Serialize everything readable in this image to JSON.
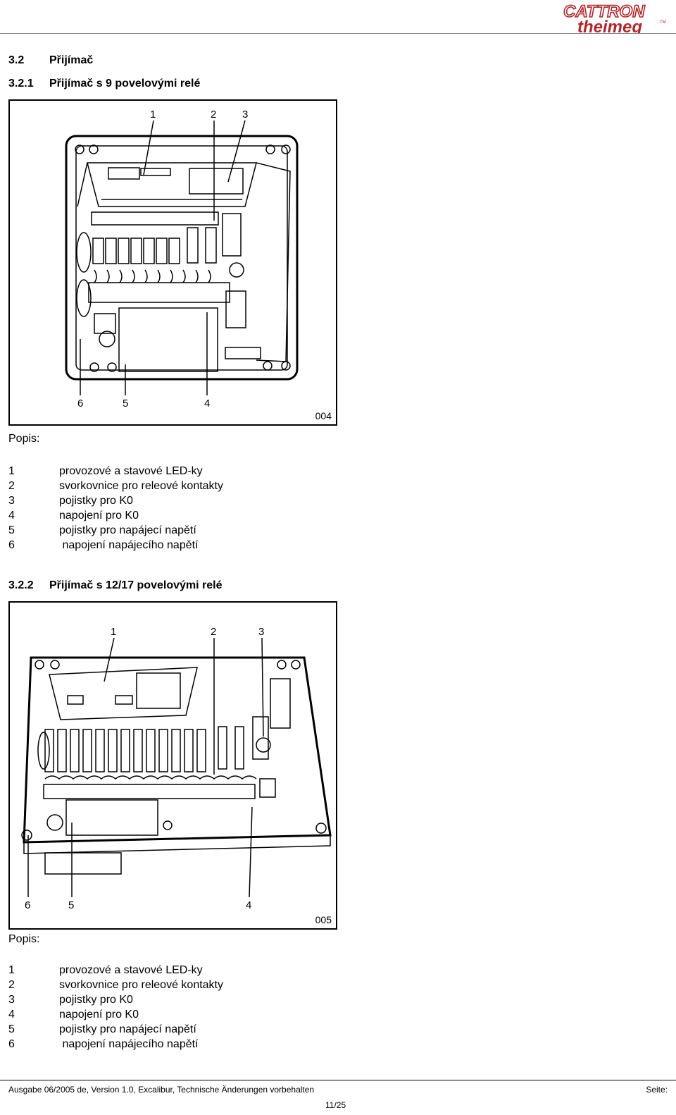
{
  "header": {
    "logo_top": "CATTRON",
    "logo_bottom": "theimeg",
    "logo_tm": "TM"
  },
  "section": {
    "num": "3.2",
    "title": "Přijímač"
  },
  "sub1": {
    "num": "3.2.1",
    "title": "Přijímač  s  9 povelovými relé",
    "callouts_top": [
      "1",
      "2",
      "3"
    ],
    "callouts_bottom": [
      "6",
      "5",
      "4"
    ],
    "fig_number": "004",
    "legend_title": "Popis:",
    "legend": [
      {
        "n": "1",
        "text": "provozové a stavové LED-ky"
      },
      {
        "n": "2",
        "text": "svorkovnice pro releové kontakty"
      },
      {
        "n": "3",
        "text": "pojistky pro K0"
      },
      {
        "n": "4",
        "text": "napojení pro K0"
      },
      {
        "n": "5",
        "text": "pojistky pro napájecí napětí"
      },
      {
        "n": "6",
        "text": " napojení napájecího napětí"
      }
    ]
  },
  "sub2": {
    "num": "3.2.2",
    "title": "Přijímač  s  12/17 povelovými relé",
    "callouts_top": [
      "1",
      "2",
      "3"
    ],
    "callouts_bottom": [
      "6",
      "5",
      "4"
    ],
    "fig_number": "005",
    "legend_title": "Popis:",
    "legend": [
      {
        "n": "1",
        "text": "provozové a stavové LED-ky"
      },
      {
        "n": "2",
        "text": "svorkovnice pro releové kontakty"
      },
      {
        "n": "3",
        "text": "pojistky pro K0"
      },
      {
        "n": "4",
        "text": "napojení pro K0"
      },
      {
        "n": "5",
        "text": "pojistky pro napájecí napětí"
      },
      {
        "n": "6",
        "text": " napojení napájecího napětí"
      }
    ]
  },
  "footer": {
    "left": "Ausgabe 06/2005 de, Version 1.0, Excalibur, Technische Änderungen vorbehalten",
    "right": "Seite:",
    "page": "11/25"
  }
}
